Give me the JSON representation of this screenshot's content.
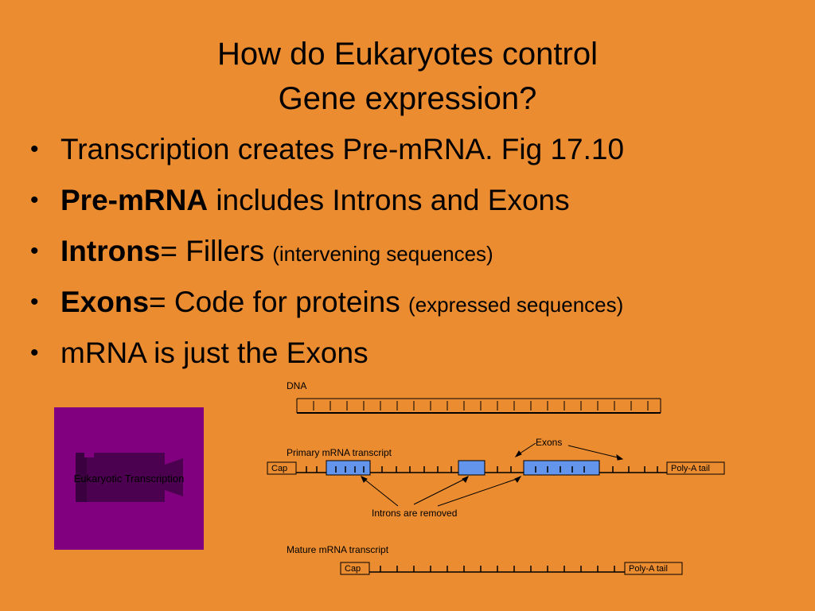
{
  "title": {
    "line1": "How do Eukaryotes control",
    "line2": "Gene expression?"
  },
  "bullets": [
    {
      "text": "Transcription creates Pre-mRNA. Fig 17.10"
    },
    {
      "bold": "Pre-mRNA",
      "text": " includes Introns and Exons"
    },
    {
      "bold": "Introns",
      "text": "= Fillers ",
      "small": "(intervening sequences)"
    },
    {
      "bold": "Exons",
      "text": "= Code for proteins ",
      "small": "(expressed sequences)"
    },
    {
      "text": "mRNA is just the Exons"
    }
  ],
  "video": {
    "caption": "Eukaryotic Transcription",
    "icon": "video-camera-icon",
    "background": "#800080"
  },
  "diagram": {
    "dna_label": "DNA",
    "primary_label": "Primary mRNA transcript",
    "exons_label": "Exons",
    "introns_label": "Introns are removed",
    "mature_label": "Mature mRNA transcript",
    "cap_label": "Cap",
    "polya_label": "Poly-A tail",
    "exon_color": "#6495ED"
  },
  "colors": {
    "background": "#EB8C30"
  }
}
